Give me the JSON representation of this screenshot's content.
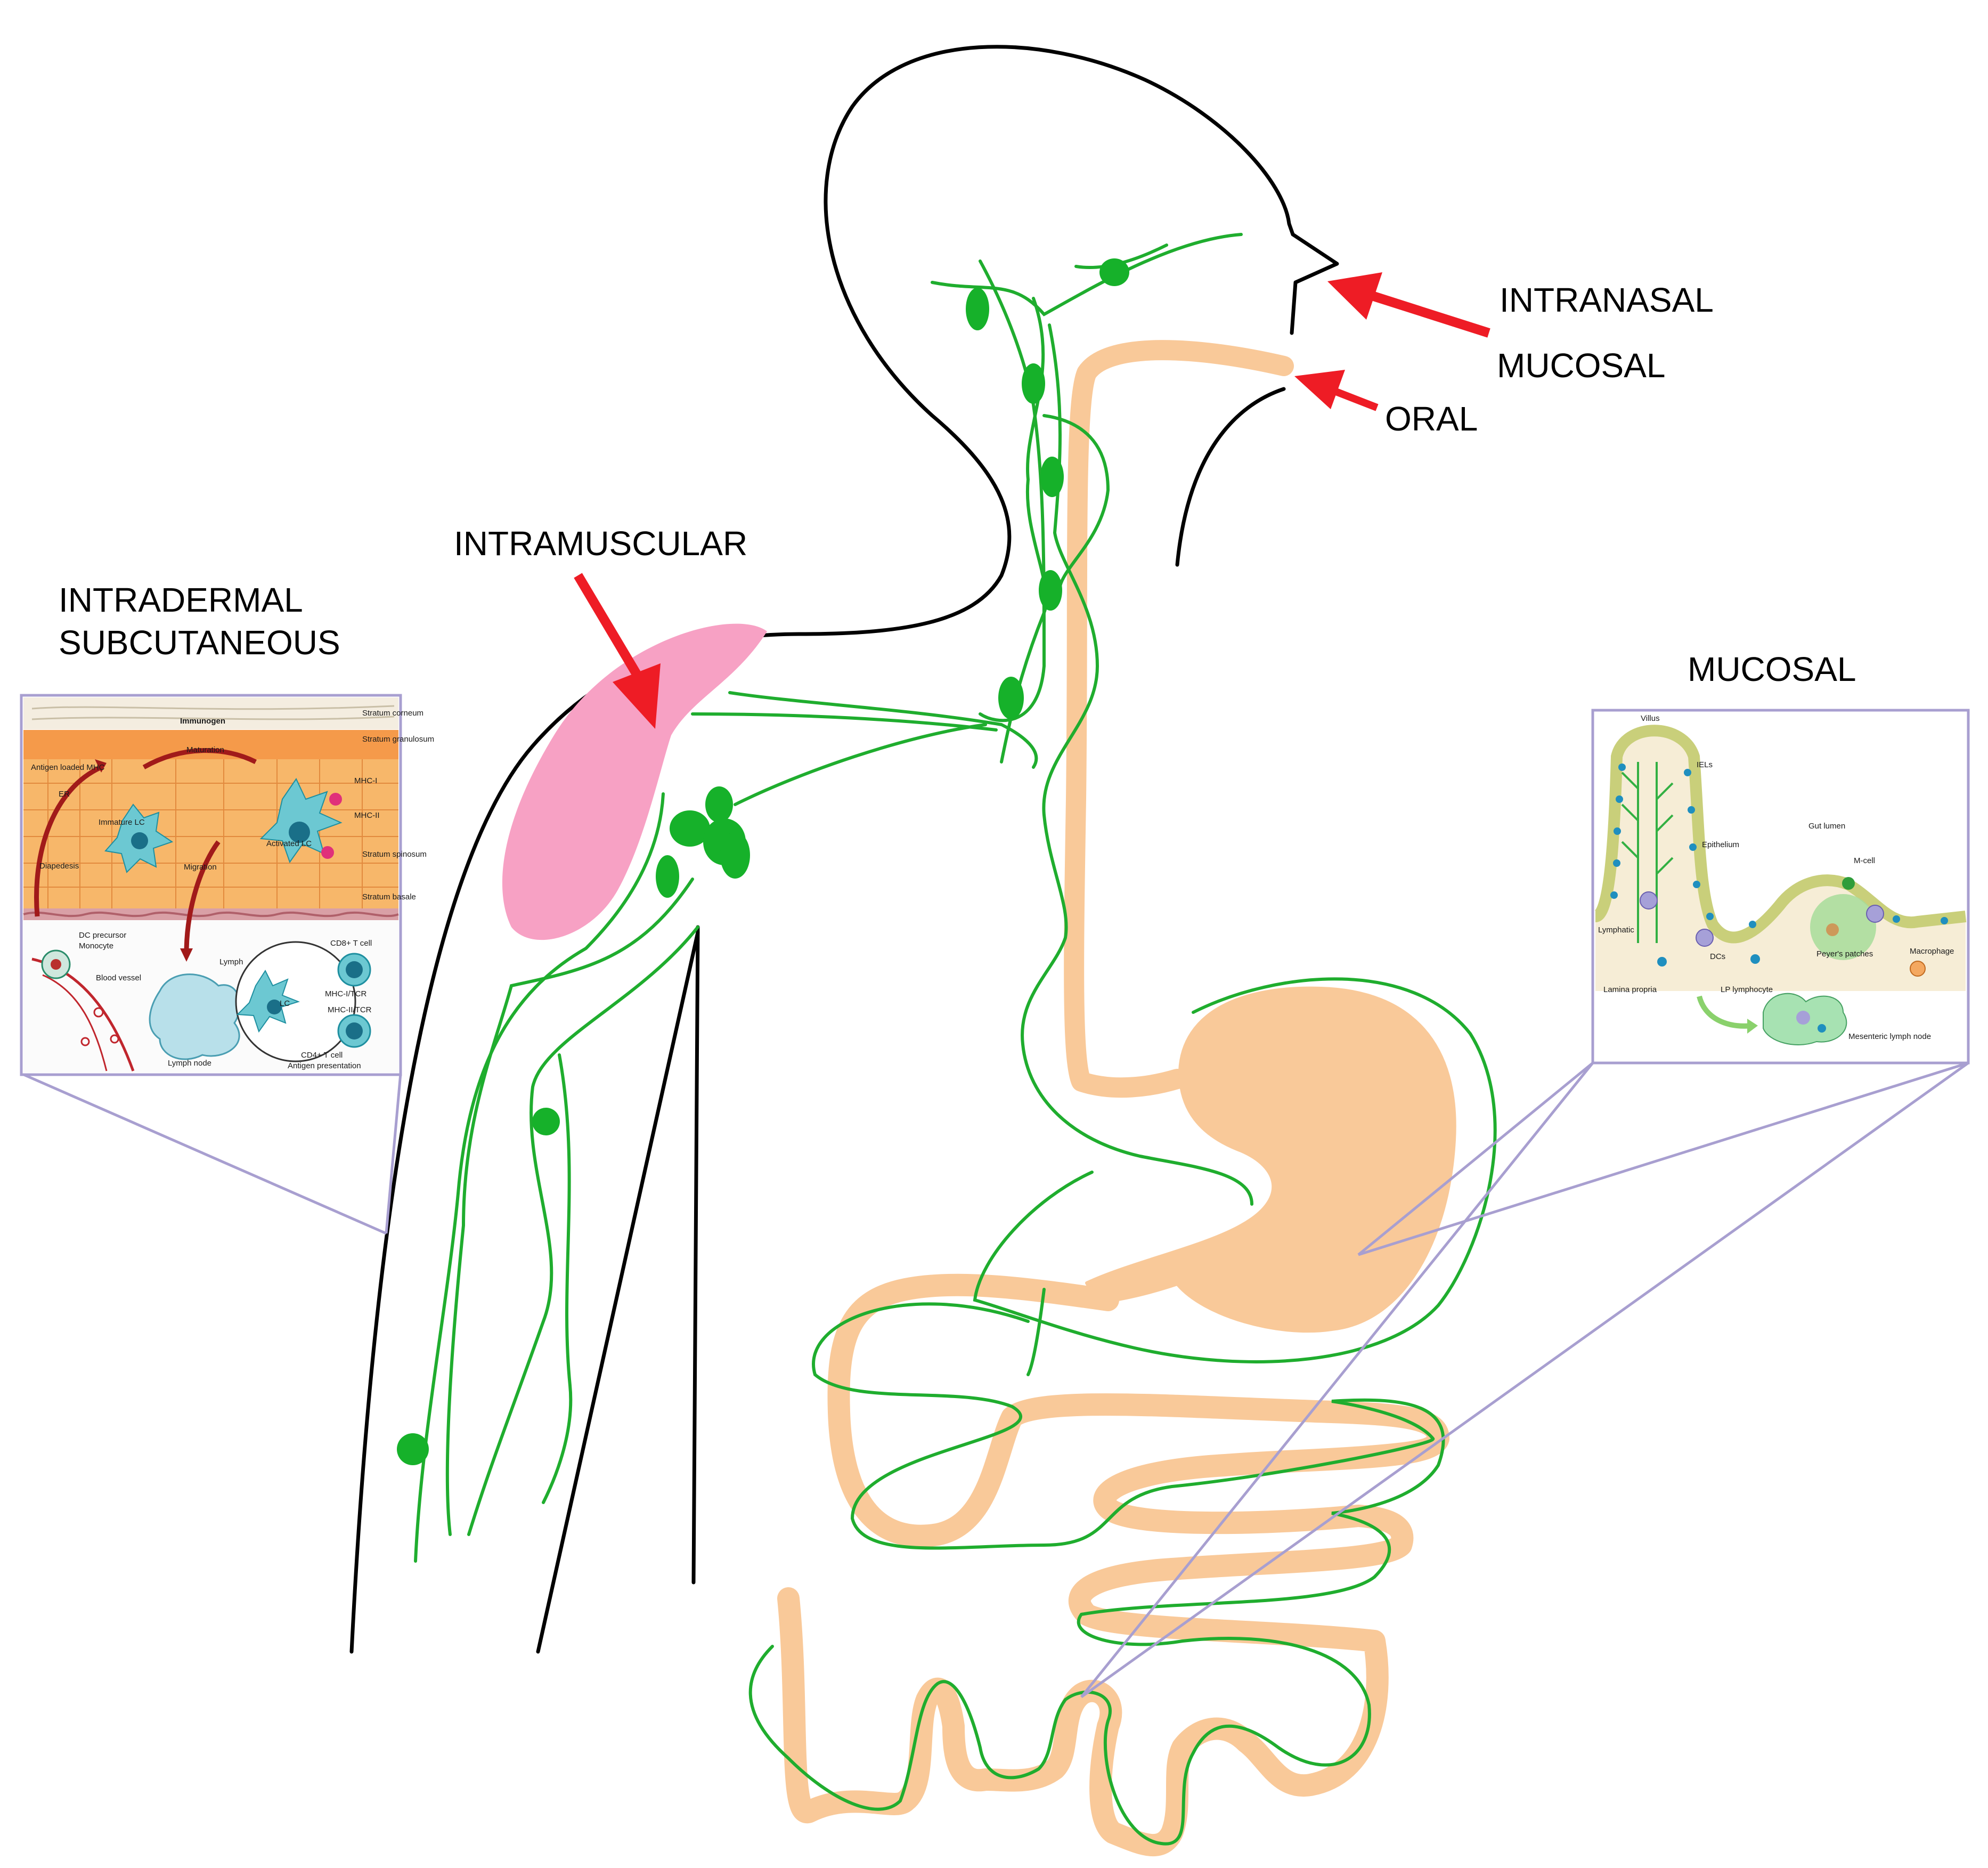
{
  "colors": {
    "outline": "#000000",
    "lymph": "#1fad2e",
    "node": "#16b12a",
    "gut": "#f9c999",
    "muscle": "#f7a1c4",
    "arrow": "#ee1c25",
    "frame": "#a89fd0"
  },
  "labels": {
    "intranasal": "INTRANASAL",
    "mucosal_top": "MUCOSAL",
    "oral": "ORAL",
    "intramuscular": "INTRAMUSCULAR",
    "intradermal": "INTRADERMAL",
    "subcutaneous": "SUBCUTANEOUS",
    "mucosal_right": "MUCOSAL"
  },
  "skin_inset": {
    "immunogen": "Immunogen",
    "stratum_corneum": "Stratum corneum",
    "maturation": "Maturation",
    "stratum_granulosum": "Stratum granulosum",
    "antigen_loaded_mhc": "Antigen loaded MHC",
    "er": "ER",
    "mhc_i": "MHC-I",
    "immature_lc": "Immature LC",
    "mhc_ii": "MHC-II",
    "activated_lc": "Activated LC",
    "stratum_spinosum": "Stratum spinosum",
    "diapedesis": "Diapedesis",
    "migration": "Migration",
    "stratum_basale": "Stratum basale",
    "dc_precursor": "DC precursor",
    "monocyte": "Monocyte",
    "lymph": "Lymph",
    "cd8_t_cell": "CD8+ T cell",
    "blood_vessel": "Blood vessel",
    "lc": "LC",
    "mhc_i_tcr": "MHC-I/TCR",
    "mhc_ii_tcr": "MHC-II/TCR",
    "cd4_t_cell": "CD4+ T cell",
    "lymph_node": "Lymph node",
    "antigen_presentation": "Antigen presentation"
  },
  "gut_inset": {
    "villus": "Villus",
    "iels": "IELs",
    "gut_lumen": "Gut lumen",
    "epithelium": "Epithelium",
    "m_cell": "M-cell",
    "lymphatic": "Lymphatic",
    "dcs": "DCs",
    "peyers_patches": "Peyer's patches",
    "macrophage": "Macrophage",
    "lamina_propria": "Lamina propria",
    "lp_lymphocyte": "LP lymphocyte",
    "mesenteric_lymph_node": "Mesenteric lymph node"
  }
}
